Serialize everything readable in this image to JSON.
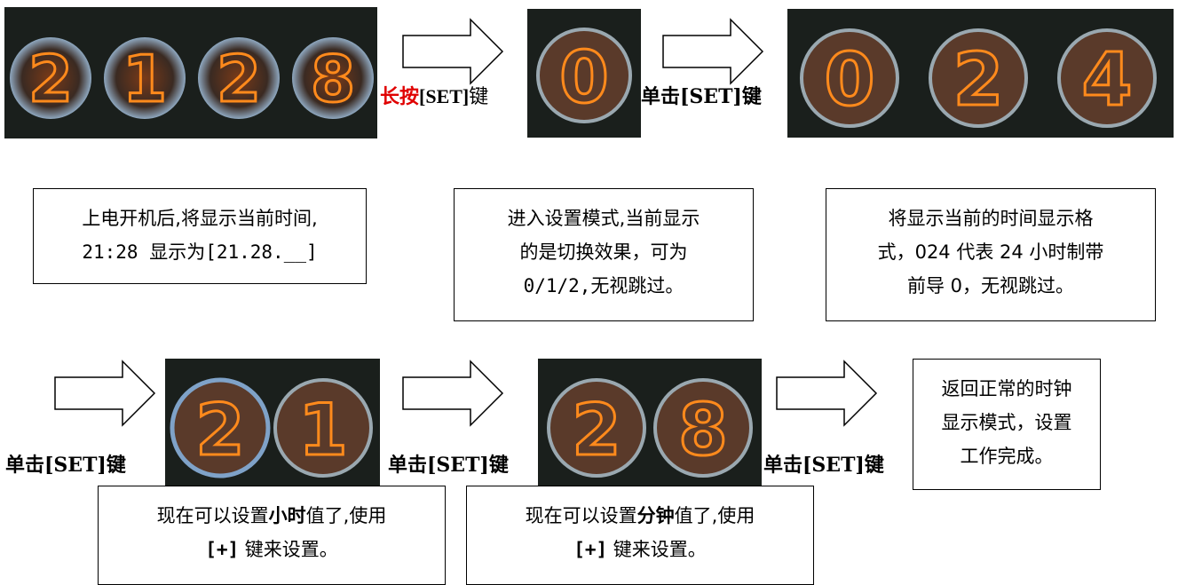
{
  "photos": {
    "p1_digits": [
      "2",
      "1",
      "2",
      "8"
    ],
    "p2_digits": [
      "0"
    ],
    "p3_digits": [
      "0",
      "2",
      "4"
    ],
    "p4_digits": [
      "2",
      "1"
    ],
    "p5_digits": [
      "2",
      "8"
    ]
  },
  "labels": {
    "long_press_prefix": "长按",
    "long_press_key": "[SET]",
    "long_press_suffix": "键",
    "click1": "单击[SET]键",
    "click2": "单击[SET]键",
    "click3": "单击[SET]键",
    "click4": "单击[SET]键"
  },
  "boxes": {
    "b1_line1": "上电开机后,将显示当前时间,",
    "b1_line2": "21:28 显示为[21.28.__]",
    "b2_line1": "进入设置模式,当前显示",
    "b2_line2": "的是切换效果，可为",
    "b2_line3": "0/1/2,无视跳过。",
    "b3_line1": "将显示当前的时间显示格",
    "b3_line2": "式，024 代表 24 小时制带",
    "b3_line3": "前导 0，无视跳过。",
    "b4_line1": "返回正常的时钟",
    "b4_line2": "显示模式，设置",
    "b4_line3": "工作完成。",
    "b5_pre": "现在可以设置",
    "b5_bold": "小时",
    "b5_post": "值了,使用",
    "b5_key": "[+]",
    "b5_tail": " 键来设置。",
    "b6_pre": "现在可以设置",
    "b6_bold": "分钟",
    "b6_post": "值了,使用",
    "b6_key": "[+]",
    "b6_tail": " 键来设置。"
  },
  "colors": {
    "red_text": "#e00000",
    "tube_glow": "#ff8a1c",
    "board": "#1a1f1c"
  }
}
